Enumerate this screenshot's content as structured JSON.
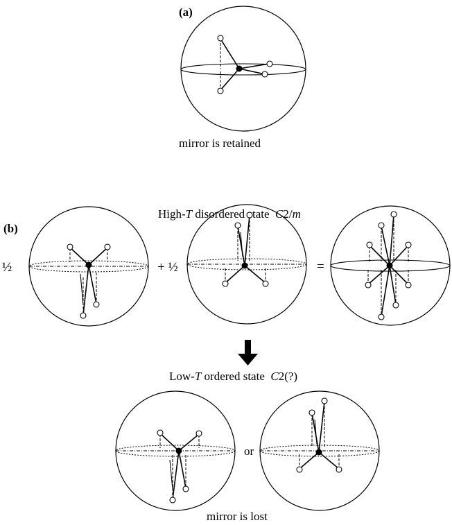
{
  "panel_a": {
    "label": "(a)",
    "caption": "mirror is retained"
  },
  "panel_b": {
    "label": "(b)",
    "high_t_title": "High-T disordered state  C2/m",
    "high_t_title_parts": {
      "pre": "High-",
      "T": "T",
      "mid": " disordered state  ",
      "C": "C",
      "two_slash": "2/",
      "m": "m"
    },
    "coef_left": "½",
    "plus_half": "+ ½",
    "equals": "=",
    "low_t_title_parts": {
      "pre": "Low-",
      "T": "T",
      "mid": " ordered state  ",
      "C": "C",
      "rest": "2(?)"
    },
    "or": "or",
    "caption": "mirror is lost"
  },
  "colors": {
    "ink": "#000000",
    "background": "#ffffff"
  }
}
